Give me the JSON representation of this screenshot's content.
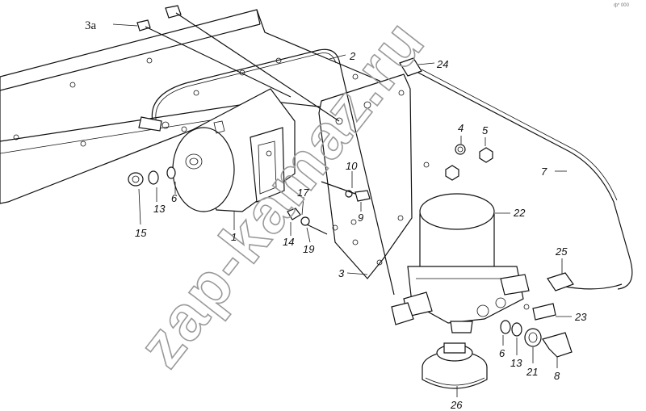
{
  "watermark": "zap-kamaz.ru",
  "corner_code": "ф* 000",
  "labels": [
    {
      "id": "3a",
      "text": "3a"
    },
    {
      "id": "2",
      "text": "2"
    },
    {
      "id": "24",
      "text": "24"
    },
    {
      "id": "4",
      "text": "4"
    },
    {
      "id": "5",
      "text": "5"
    },
    {
      "id": "7",
      "text": "7"
    },
    {
      "id": "10",
      "text": "10"
    },
    {
      "id": "17",
      "text": "17"
    },
    {
      "id": "6a",
      "text": "6"
    },
    {
      "id": "13a",
      "text": "13"
    },
    {
      "id": "15",
      "text": "15"
    },
    {
      "id": "9",
      "text": "9"
    },
    {
      "id": "22",
      "text": "22"
    },
    {
      "id": "1",
      "text": "1"
    },
    {
      "id": "14",
      "text": "14"
    },
    {
      "id": "19",
      "text": "19"
    },
    {
      "id": "3",
      "text": "3"
    },
    {
      "id": "25",
      "text": "25"
    },
    {
      "id": "23",
      "text": "23"
    },
    {
      "id": "6b",
      "text": "6"
    },
    {
      "id": "13b",
      "text": "13"
    },
    {
      "id": "21",
      "text": "21"
    },
    {
      "id": "8",
      "text": "8"
    },
    {
      "id": "26",
      "text": "26"
    }
  ]
}
